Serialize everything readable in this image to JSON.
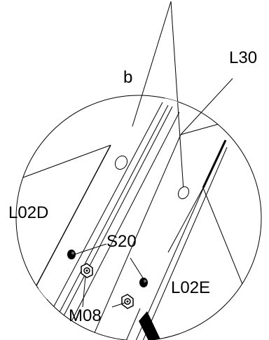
{
  "labels": {
    "b": "b",
    "l30": "L30",
    "l02d": "L02D",
    "s20": "S20",
    "l02e": "L02E",
    "m08": "M08"
  }
}
